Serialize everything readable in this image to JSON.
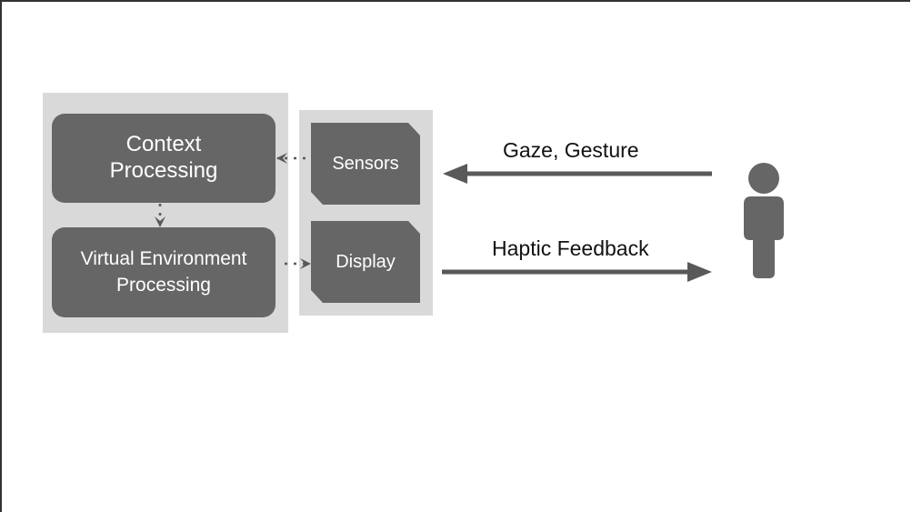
{
  "nodes": {
    "context_processing": "Context\nProcessing",
    "virtual_environment_processing": "Virtual Environment\nProcessing",
    "sensors": "Sensors",
    "display": "Display"
  },
  "edges": {
    "input_label": "Gaze, Gesture",
    "output_label": "Haptic Feedback"
  },
  "icons": {
    "user": "person-icon"
  },
  "colors": {
    "group_background": "#d9d9d9",
    "node_fill": "#666666",
    "arrow": "#595959",
    "node_text": "#ffffff"
  }
}
